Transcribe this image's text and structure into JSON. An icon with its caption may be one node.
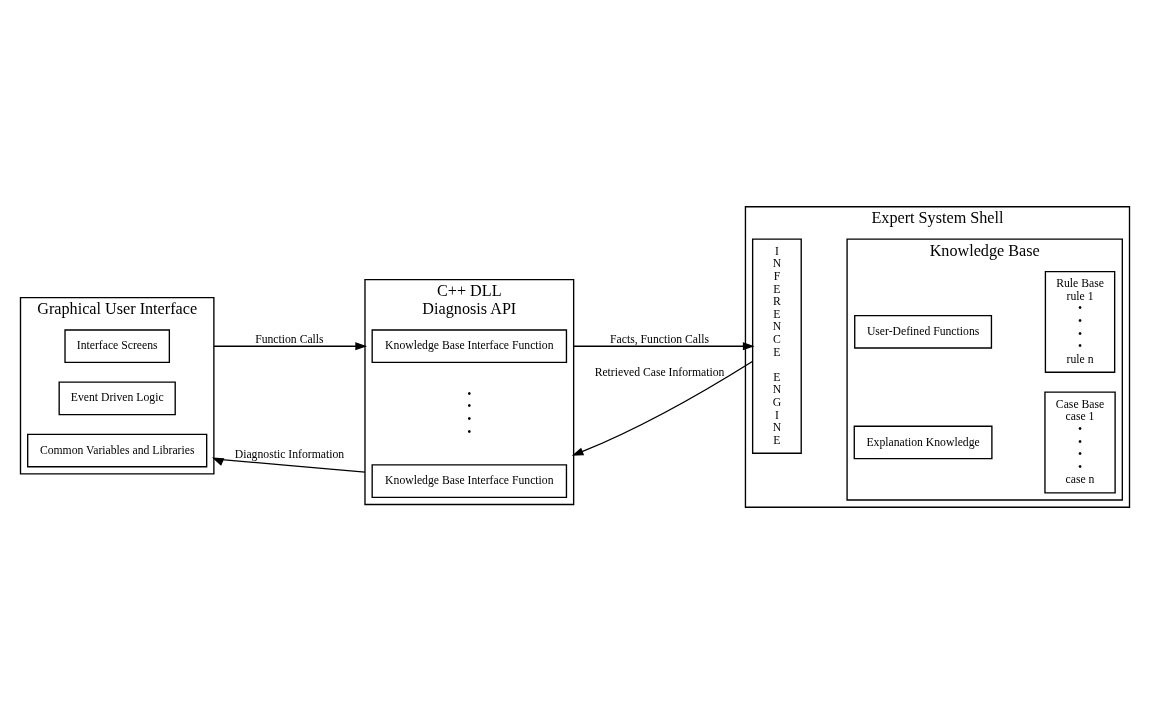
{
  "diagram": {
    "nodes": [
      {
        "text": [
          "Graphical User Interface"
        ]
      },
      {
        "text": [
          "Interface Screens"
        ],
        "in": 0
      },
      {
        "text": [
          "Event Driven Logic"
        ],
        "in": 0
      },
      {
        "text": [
          "Common Variables and Libraries"
        ],
        "in": 0
      },
      {
        "text": [
          "C++ DLL",
          "Diagnosis API"
        ]
      },
      {
        "text": [
          "Knowledge Base Interface Function"
        ],
        "in": 4
      },
      {
        "text": [
          "•",
          "•",
          "•",
          "•"
        ],
        "in": 4
      },
      {
        "text": [
          "Knowledge Base Interface Function"
        ],
        "in": 4
      },
      {
        "text": [
          "Expert System Shell"
        ]
      },
      {
        "text": [
          "INFERENCE ENGINE"
        ],
        "in": 8
      },
      {
        "text": [
          "Knowledge Base"
        ],
        "in": 8
      },
      {
        "text": [
          "User-Defined Functions"
        ],
        "in": 10
      },
      {
        "text": [
          "Explanation Knowledge"
        ],
        "in": 10
      },
      {
        "text": [
          "Rule Base",
          "rule 1",
          "•",
          "•",
          "•",
          "•",
          "rule n"
        ],
        "in": 10
      },
      {
        "text": [
          "Case Base",
          "case 1",
          "•",
          "•",
          "•",
          "•",
          "case n"
        ],
        "in": 10
      }
    ],
    "edges": [
      {
        "from": 0,
        "to": 4,
        "arrow": "to",
        "label": "Function Calls"
      },
      {
        "from": 4,
        "to": 9,
        "arrow": "to",
        "label": "Facts, Function Calls"
      },
      {
        "from": 9,
        "to": 4,
        "arrow": "to",
        "label": "Retrieved Case Information"
      },
      {
        "from": 4,
        "to": 0,
        "arrow": "to",
        "label": "Diagnostic Information"
      }
    ]
  }
}
